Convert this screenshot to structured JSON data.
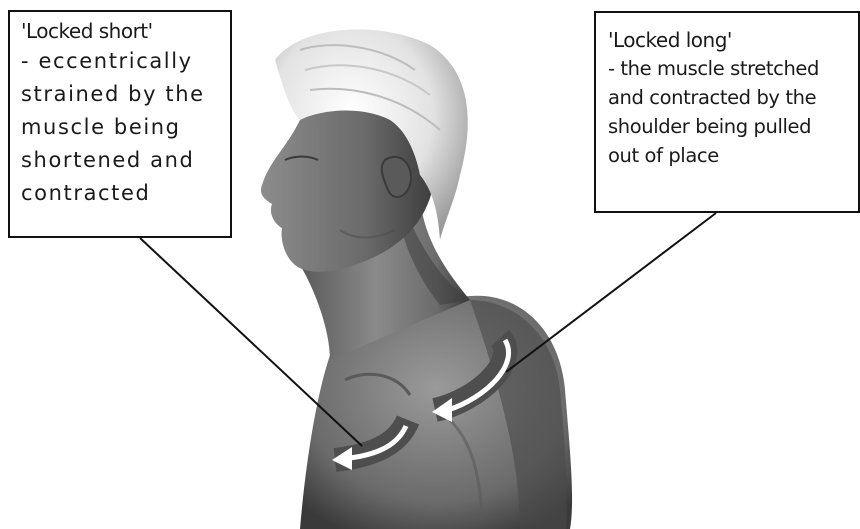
{
  "callouts": {
    "locked_short": {
      "title": "'Locked short'",
      "lines": [
        "- eccentrically",
        "strained by the",
        "muscle being",
        "shortened and",
        "contracted"
      ]
    },
    "locked_long": {
      "title": "'Locked long'",
      "lines": [
        "- the muscle stretched",
        "and contracted by the",
        "shoulder being pulled",
        "out of place"
      ]
    }
  },
  "colors": {
    "arrow_band": "#4e4e4e",
    "arrow_fill": "#ffffff",
    "skin_mid": "#7a7a7a",
    "skin_dark": "#3e3e3e",
    "hair": "#dcdcdc",
    "leader_line": "#111111"
  },
  "illustration": {
    "subject": "side profile of a man's head, neck and shoulder (greyscale)",
    "icons": [
      "curved-arrow-icon",
      "curved-arrow-icon"
    ]
  }
}
